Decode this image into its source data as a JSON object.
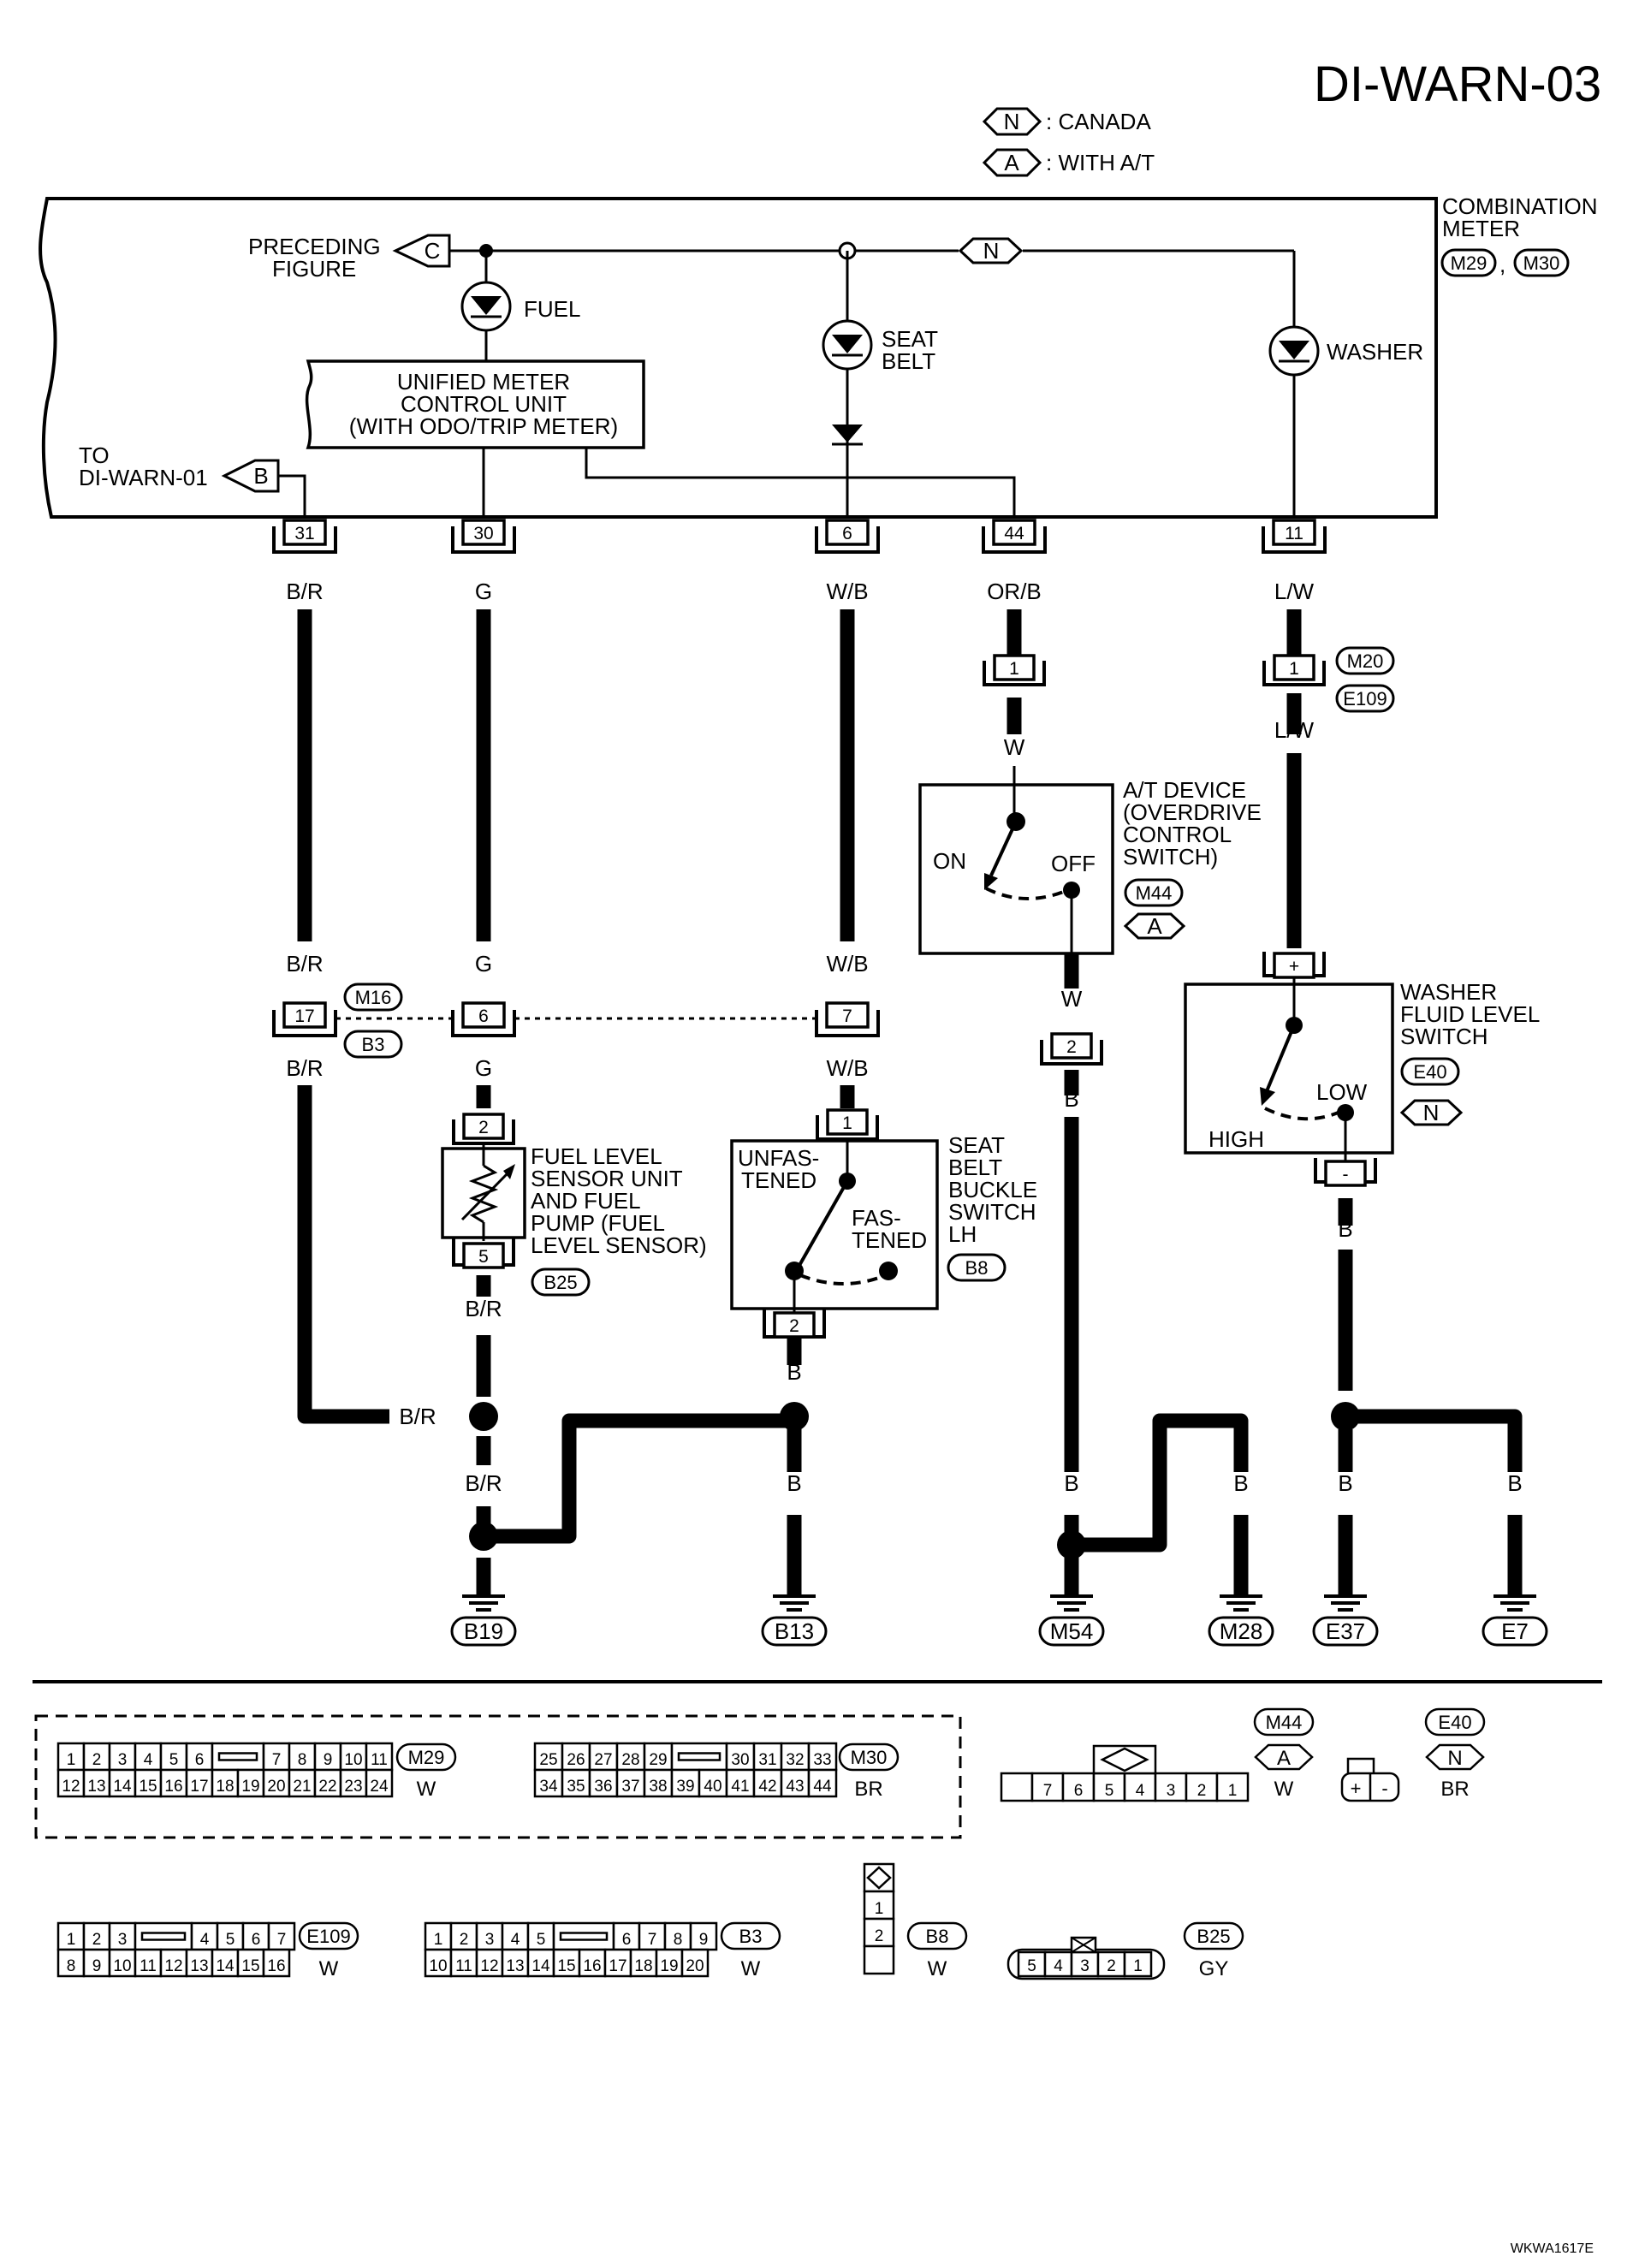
{
  "page_title": "DI-WARN-03",
  "legend": [
    {
      "symbol": "N",
      "text": ": CANADA"
    },
    {
      "symbol": "A",
      "text": ": WITH A/T"
    }
  ],
  "meter": {
    "name_lines": [
      "COMBINATION",
      "METER"
    ],
    "connectors": [
      "M29",
      "M30"
    ],
    "connector_sep": ",",
    "preceding_lines": [
      "PRECEDING",
      "FIGURE"
    ],
    "preceding_ref": "C",
    "to_lines": [
      "TO",
      "DI-WARN-01"
    ],
    "to_ref": "B",
    "fuel_label": "FUEL",
    "seatbelt_lines": [
      "SEAT",
      "BELT"
    ],
    "washer_label": "WASHER",
    "n_tag": "N",
    "unit_lines": [
      "UNIFIED METER",
      "CONTROL UNIT",
      "(WITH ODO/TRIP METER)"
    ]
  },
  "terminals": [
    "31",
    "30",
    "6",
    "44",
    "11"
  ],
  "wires": {
    "w31": "B/R",
    "w30": "G",
    "w6": "W/B",
    "w44": "OR/B",
    "w11": "L/W",
    "w44_lower": "W",
    "w11_lower": "L/W",
    "at_out": "W",
    "at_out_lower": "B",
    "mid_b_r": "B/R",
    "mid_g": "G",
    "mid_w_b": "W/B",
    "mid_b_r_lower": "B/R",
    "mid_g_lower": "G",
    "mid_w_b_lower": "W/B",
    "fuel_out": "B/R",
    "junction_left": "B/R",
    "b19_a": "B/R",
    "b19_b": "B",
    "seat_out": "B",
    "b13": "B",
    "m54": "B",
    "m54_b": "B",
    "m28": "B",
    "washer_out": "B",
    "e37": "B",
    "e7": "B"
  },
  "inline_connectors": {
    "m20_pin": "1",
    "m20_refs": [
      "M20",
      "E109"
    ],
    "at_in_pin": "1",
    "at_out_pin": "2",
    "m16_pins": [
      "17",
      "6",
      "7"
    ],
    "m16_refs": [
      "M16",
      "B3"
    ]
  },
  "components": {
    "at_device": {
      "lines": [
        "A/T DEVICE",
        "(OVERDRIVE",
        "CONTROL",
        "SWITCH)"
      ],
      "on": "ON",
      "off": "OFF",
      "ref": "M44",
      "tag": "A"
    },
    "washer_switch": {
      "lines": [
        "WASHER",
        "FLUID LEVEL",
        "SWITCH"
      ],
      "high": "HIGH",
      "low": "LOW",
      "ref": "E40",
      "tag": "N",
      "plus": "+",
      "minus": "-"
    },
    "fuel_sensor": {
      "lines": [
        "FUEL LEVEL",
        "SENSOR UNIT",
        "AND FUEL",
        "PUMP (FUEL",
        "LEVEL SENSOR)"
      ],
      "ref": "B25",
      "pin_top": "2",
      "pin_bottom": "5"
    },
    "seat_switch": {
      "lines": [
        "SEAT",
        "BELT",
        "BUCKLE",
        "SWITCH",
        "LH"
      ],
      "unfastened": [
        "UNFAS-",
        "TENED"
      ],
      "fastened": [
        "FAS-",
        "TENED"
      ],
      "ref": "B8",
      "pin_top": "1",
      "pin_bottom": "2"
    }
  },
  "grounds": [
    "B19",
    "B13",
    "M54",
    "M28",
    "E37",
    "E7"
  ],
  "connector_views": {
    "m29": {
      "ref": "M29",
      "color": "W",
      "top": [
        "1",
        "2",
        "3",
        "4",
        "5",
        "6",
        "7",
        "8",
        "9",
        "10",
        "11"
      ],
      "bottom": [
        "12",
        "13",
        "14",
        "15",
        "16",
        "17",
        "18",
        "19",
        "20",
        "21",
        "22",
        "23",
        "24"
      ]
    },
    "m30": {
      "ref": "M30",
      "color": "BR",
      "top": [
        "25",
        "26",
        "27",
        "28",
        "29",
        "30",
        "31",
        "32",
        "33"
      ],
      "bottom": [
        "34",
        "35",
        "36",
        "37",
        "38",
        "39",
        "40",
        "41",
        "42",
        "43",
        "44"
      ]
    },
    "m44": {
      "ref": "M44",
      "tag": "A",
      "color": "W",
      "cells": [
        "7",
        "6",
        "5",
        "4",
        "3",
        "2",
        "1"
      ]
    },
    "e40": {
      "ref": "E40",
      "tag": "N",
      "color": "BR",
      "cells": [
        "+",
        "-"
      ]
    },
    "e109": {
      "ref": "E109",
      "color": "W",
      "top": [
        "1",
        "2",
        "3",
        "4",
        "5",
        "6",
        "7"
      ],
      "bottom": [
        "8",
        "9",
        "10",
        "11",
        "12",
        "13",
        "14",
        "15",
        "16"
      ]
    },
    "b3": {
      "ref": "B3",
      "color": "W",
      "top": [
        "1",
        "2",
        "3",
        "4",
        "5",
        "6",
        "7",
        "8",
        "9"
      ],
      "bottom": [
        "10",
        "11",
        "12",
        "13",
        "14",
        "15",
        "16",
        "17",
        "18",
        "19",
        "20"
      ]
    },
    "b8": {
      "ref": "B8",
      "color": "W",
      "cells": [
        "1",
        "2"
      ]
    },
    "b25": {
      "ref": "B25",
      "color": "GY",
      "cells": [
        "5",
        "4",
        "3",
        "2",
        "1"
      ]
    }
  },
  "figure_code": "WKWA1617E"
}
